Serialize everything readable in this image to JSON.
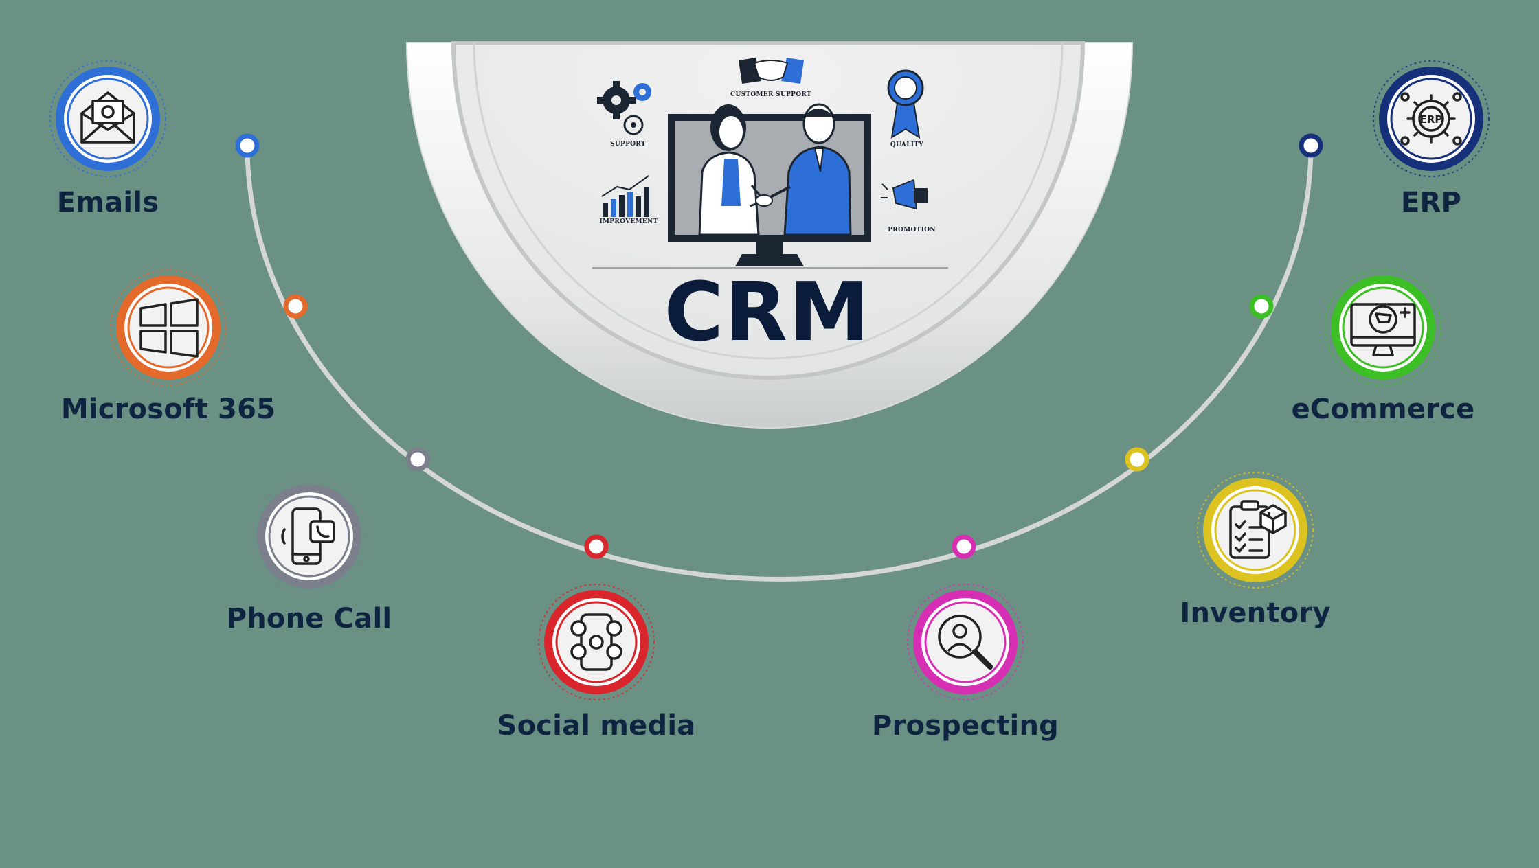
{
  "title": "CRM",
  "illustration_captions": {
    "customer_support": "CUSTOMER SUPPORT",
    "support": "SUPPORT",
    "quality": "QUALITY",
    "improvement": "IMPROVEMENT",
    "promotion": "PROMOTION"
  },
  "colors": {
    "background": "#6b9184",
    "arc": "#d4d7d6",
    "title": "#0a1c3a",
    "label": "#0f2440"
  },
  "nodes": [
    {
      "label": "Emails",
      "icon": "email-envelope-icon",
      "color": "#2d6fd6"
    },
    {
      "label": "Microsoft 365",
      "icon": "windows-logo-icon",
      "color": "#e46a2b"
    },
    {
      "label": "Phone Call",
      "icon": "smartphone-call-icon",
      "color": "#7b7f8c"
    },
    {
      "label": "Social media",
      "icon": "social-media-phone-icon",
      "color": "#d9262c"
    },
    {
      "label": "Prospecting",
      "icon": "user-search-icon",
      "color": "#d62fb4"
    },
    {
      "label": "Inventory",
      "icon": "clipboard-box-icon",
      "color": "#dcc31f"
    },
    {
      "label": "eCommerce",
      "icon": "monitor-cart-icon",
      "color": "#3bbf25"
    },
    {
      "label": "ERP",
      "icon": "erp-gear-icon",
      "color": "#17307a"
    }
  ]
}
